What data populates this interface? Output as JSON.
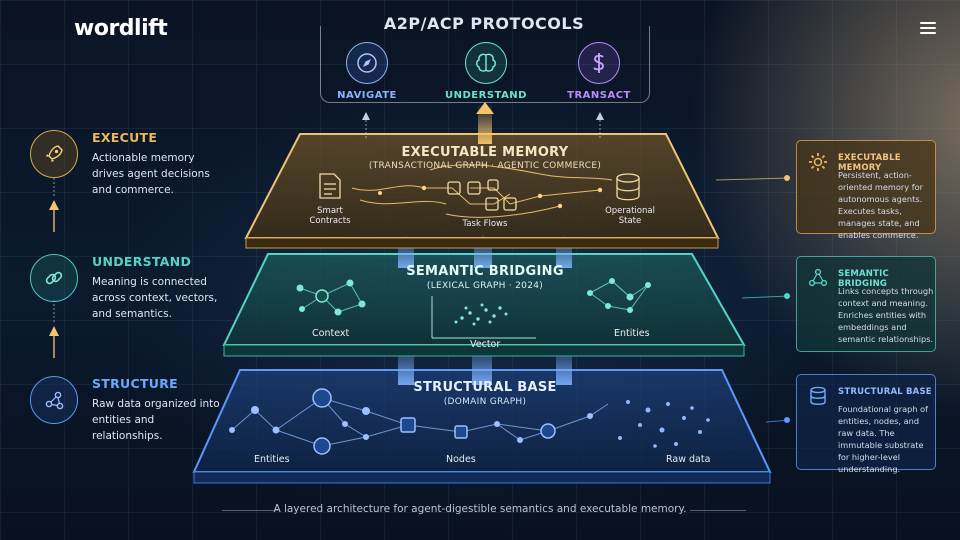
{
  "brand": {
    "logo": "wordlift"
  },
  "protocols": {
    "title": "A2P/ACP PROTOCOLS",
    "items": [
      {
        "label": "NAVIGATE",
        "icon": "compass-icon",
        "color": "#8ab4ff"
      },
      {
        "label": "UNDERSTAND",
        "icon": "brain-icon",
        "color": "#6fe3c8"
      },
      {
        "label": "TRANSACT",
        "icon": "dollar-icon",
        "color": "#b88cff"
      }
    ]
  },
  "steps": [
    {
      "title": "EXECUTE",
      "desc": "Actionable memory drives agent decisions and commerce.",
      "color": "#f0b45a",
      "icon": "rocket-icon"
    },
    {
      "title": "UNDERSTAND",
      "desc": "Meaning is connected across context, vectors, and semantics.",
      "color": "#57d2c6",
      "icon": "link-icon"
    },
    {
      "title": "STRUCTURE",
      "desc": "Raw data organized into entities and relationships.",
      "color": "#6fa8ff",
      "icon": "network-icon"
    }
  ],
  "layers": {
    "executable": {
      "title": "EXECUTABLE MEMORY",
      "subtitle": "(TRANSACTIONAL GRAPH · AGENTIC COMMERCE)",
      "labels": {
        "left": "Smart Contracts",
        "center": "Task Flows",
        "right": "Operational State"
      }
    },
    "semantic": {
      "title": "SEMANTIC BRIDGING",
      "subtitle": "(LEXICAL GRAPH · 2024)",
      "labels": {
        "left": "Context",
        "center": "Vector",
        "right": "Entities"
      }
    },
    "structural": {
      "title": "STRUCTURAL BASE",
      "subtitle": "(DOMAIN GRAPH)",
      "labels": {
        "left": "Entities",
        "center": "Nodes",
        "right": "Raw data"
      }
    }
  },
  "cards": [
    {
      "title": "EXECUTABLE MEMORY",
      "desc": "Persistent, action-oriented memory for autonomous agents. Executes tasks, manages state, and enables commerce.",
      "color": "#f0b45a",
      "icon": "gear-icon"
    },
    {
      "title": "SEMANTIC BRIDGING",
      "desc": "Links concepts through context and meaning. Enriches entities with embeddings and semantic relationships.",
      "color": "#57d2c6",
      "icon": "nodes-icon"
    },
    {
      "title": "STRUCTURAL BASE",
      "desc": "Foundational graph of entities, nodes, and raw data. The immutable substrate for higher-level understanding.",
      "color": "#6fa8ff",
      "icon": "database-icon"
    }
  ],
  "footer": {
    "caption": "A layered architecture for agent-digestible semantics and executable memory."
  }
}
